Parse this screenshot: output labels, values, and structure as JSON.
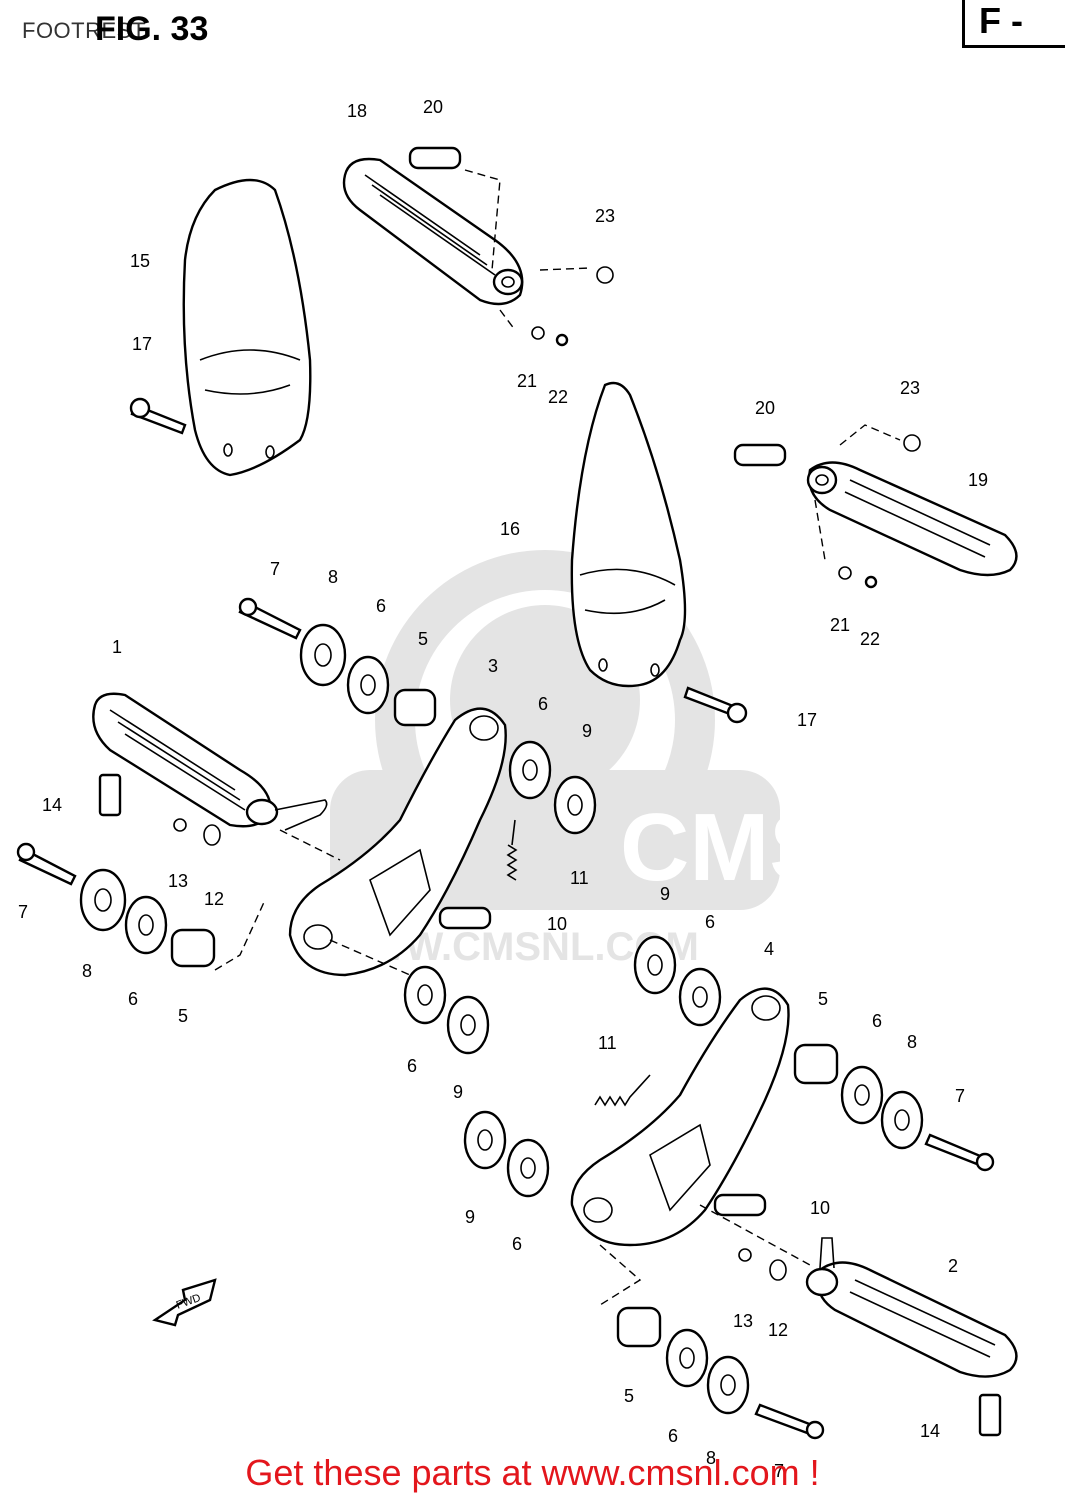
{
  "header": {
    "caption": "FOOTREST",
    "fig_label": "FIG. 33",
    "section_code": "F -"
  },
  "watermark": {
    "text": "CMS",
    "url": "WWW.CMSNL.COM"
  },
  "direction_arrow": {
    "label": "FWD"
  },
  "footer": {
    "link_text": "Get these parts at www.cmsnl.com !"
  },
  "callouts": [
    {
      "n": "18"
    },
    {
      "n": "20"
    },
    {
      "n": "15"
    },
    {
      "n": "23"
    },
    {
      "n": "17"
    },
    {
      "n": "21"
    },
    {
      "n": "22"
    },
    {
      "n": "23"
    },
    {
      "n": "20"
    },
    {
      "n": "16"
    },
    {
      "n": "19"
    },
    {
      "n": "7"
    },
    {
      "n": "8"
    },
    {
      "n": "6"
    },
    {
      "n": "21"
    },
    {
      "n": "22"
    },
    {
      "n": "1"
    },
    {
      "n": "5"
    },
    {
      "n": "3"
    },
    {
      "n": "17"
    },
    {
      "n": "6"
    },
    {
      "n": "9"
    },
    {
      "n": "14"
    },
    {
      "n": "13"
    },
    {
      "n": "12"
    },
    {
      "n": "11"
    },
    {
      "n": "7"
    },
    {
      "n": "10"
    },
    {
      "n": "9"
    },
    {
      "n": "6"
    },
    {
      "n": "8"
    },
    {
      "n": "6"
    },
    {
      "n": "5"
    },
    {
      "n": "4"
    },
    {
      "n": "5"
    },
    {
      "n": "6"
    },
    {
      "n": "8"
    },
    {
      "n": "6"
    },
    {
      "n": "9"
    },
    {
      "n": "11"
    },
    {
      "n": "7"
    },
    {
      "n": "10"
    },
    {
      "n": "9"
    },
    {
      "n": "6"
    },
    {
      "n": "2"
    },
    {
      "n": "13"
    },
    {
      "n": "12"
    },
    {
      "n": "5"
    },
    {
      "n": "14"
    },
    {
      "n": "6"
    },
    {
      "n": "8"
    },
    {
      "n": "7"
    }
  ]
}
